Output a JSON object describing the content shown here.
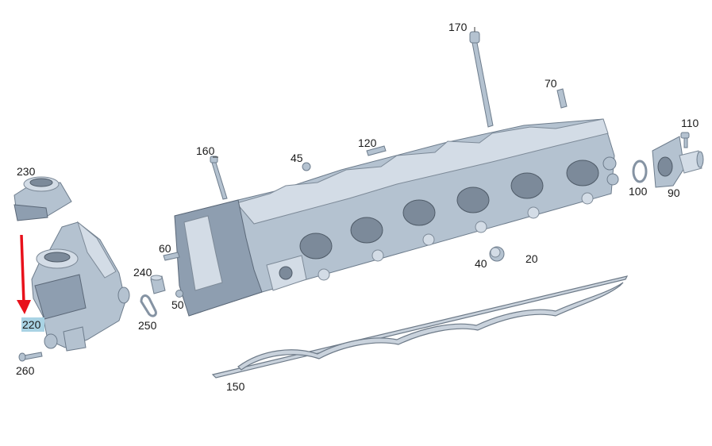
{
  "callouts": {
    "p170": "170",
    "p70": "70",
    "p110": "110",
    "p160": "160",
    "p120": "120",
    "p45": "45",
    "p230": "230",
    "p100": "100",
    "p90": "90",
    "p60": "60",
    "p240": "240",
    "p40": "40",
    "p20": "20",
    "p50": "50",
    "p250": "250",
    "p220": "220",
    "p260": "260",
    "p150": "150"
  },
  "highlight": {
    "callout": "220",
    "arrow_color": "#e8111b",
    "label_background": "#a9d3e4"
  },
  "colors": {
    "part_fill": "#b4c2d0",
    "part_stroke": "#6d7c8c"
  }
}
